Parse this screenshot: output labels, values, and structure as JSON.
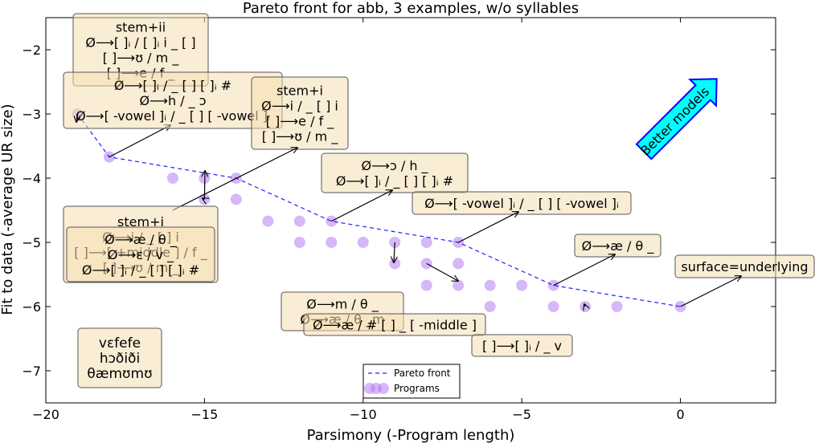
{
  "chart_data": {
    "type": "scatter",
    "title": "Pareto front for abb, 3 examples, w/o syllables",
    "xlabel": "Parsimony (-Program length)",
    "ylabel": "Fit to data (-average UR size)",
    "xlim": [
      -20,
      3
    ],
    "ylim": [
      -7.5,
      -1.5
    ],
    "xticks": [
      -20,
      -15,
      -10,
      -5,
      0
    ],
    "yticks": [
      -2,
      -3,
      -4,
      -5,
      -6,
      -7
    ],
    "xtick_labels": [
      "−20",
      "−15",
      "−10",
      "−5",
      "0"
    ],
    "ytick_labels": [
      "−2",
      "−3",
      "−4",
      "−5",
      "−6",
      "−7"
    ],
    "grid": false,
    "legend_position": "bottom-center",
    "colors": {
      "programs": "#b57bf0",
      "pareto": "#1f1fff",
      "better_arrow": "#00ffff",
      "better_arrow_edge": "#0000ff",
      "annotation_box": "#f5deb3"
    },
    "series": [
      {
        "name": "Pareto front",
        "kind": "line",
        "points": [
          [
            -19,
            -3
          ],
          [
            -18,
            -3.67
          ],
          [
            -14,
            -4
          ],
          [
            -11,
            -4.67
          ],
          [
            -7,
            -5
          ],
          [
            -4,
            -5.67
          ],
          [
            0,
            -6
          ]
        ]
      },
      {
        "name": "Programs",
        "kind": "scatter",
        "points": [
          [
            -19,
            -3
          ],
          [
            -18,
            -3.67
          ],
          [
            -16,
            -4
          ],
          [
            -15,
            -4
          ],
          [
            -14,
            -4
          ],
          [
            -15,
            -4.33
          ],
          [
            -14,
            -4.33
          ],
          [
            -13,
            -4.67
          ],
          [
            -12,
            -4.67
          ],
          [
            -11,
            -4.67
          ],
          [
            -12,
            -5
          ],
          [
            -11,
            -5
          ],
          [
            -10,
            -5
          ],
          [
            -9,
            -5
          ],
          [
            -8,
            -5
          ],
          [
            -7,
            -5
          ],
          [
            -9,
            -5.33
          ],
          [
            -8,
            -5.33
          ],
          [
            -7,
            -5.33
          ],
          [
            -8,
            -5.67
          ],
          [
            -7,
            -5.67
          ],
          [
            -6,
            -5.67
          ],
          [
            -5,
            -5.67
          ],
          [
            -4,
            -5.67
          ],
          [
            -6,
            -6
          ],
          [
            -4,
            -6
          ],
          [
            -3,
            -6
          ],
          [
            -2,
            -6
          ],
          [
            0,
            -6
          ]
        ]
      }
    ],
    "annotations": [
      {
        "lines": [
          "stem+ii",
          "Ø⟶[  ]ᵢ / [  ]ᵢ i _ [  ]",
          "[  ]⟶ʊ / m _",
          "[  ]⟶e / f _"
        ],
        "target": [
          -18,
          -3.67
        ]
      },
      {
        "lines": [
          "Ø⟶[  ]ᵢ / _ [  ] [  ]ᵢ #",
          "Ø⟶h / _ ɔ",
          "Ø⟶[ -vowel ]ᵢ / _ [  ] [ -vowel ]ᵢ"
        ],
        "target": [
          -19,
          -3
        ]
      },
      {
        "lines": [
          "stem+i",
          "Ø⟶i / _ [  ] i",
          "[  ]⟶e / f _",
          "[  ]⟶ʊ / m _"
        ],
        "target": [
          -16,
          -4.5
        ]
      },
      {
        "lines": [
          "Ø⟶ɔ / h _",
          "Ø⟶[  ]ᵢ / _ [  ] [  ]ᵢ #"
        ],
        "target": [
          -11,
          -4.67
        ]
      },
      {
        "lines": [
          "Ø⟶[ -vowel ]ᵢ / _ [  ] [ -vowel ]ᵢ"
        ],
        "target": [
          -7,
          -5
        ]
      },
      {
        "lines": [
          "stem+i",
          "Ø⟶i / _ [  ] i",
          "[  ]⟶[ +middle ] / f _",
          "[  ]⟶ʊ / m _"
        ],
        "target": [
          -15,
          -4.33
        ]
      },
      {
        "lines": [
          "Ø⟶æ / θ _",
          "Ø⟶ɛ / v _",
          "Ø⟶[  ]ᵢ / _ [  ] [  ]ᵢ #"
        ],
        "target": [
          -15,
          -4.33
        ]
      },
      {
        "lines": [
          "Ø⟶m / θ _",
          "Ø⟶æ / θ _m"
        ],
        "target": [
          -9,
          -5
        ]
      },
      {
        "lines": [
          "Ø⟶æ / # [  ] _ [ -middle ]"
        ],
        "target": [
          -8,
          -5.33
        ]
      },
      {
        "lines": [
          "[  ]⟶[  ]ᵢ / _ v"
        ],
        "target": [
          -3,
          -6
        ]
      },
      {
        "lines": [
          "Ø⟶æ / θ _"
        ],
        "target": [
          -4,
          -5.67
        ]
      },
      {
        "lines": [
          "surface=underlying"
        ],
        "target": [
          0,
          -6
        ]
      },
      {
        "lines": [
          "vɛfefe",
          "hɔðiði",
          "θæmʊmʊ"
        ]
      }
    ],
    "better_label": "Better models"
  }
}
